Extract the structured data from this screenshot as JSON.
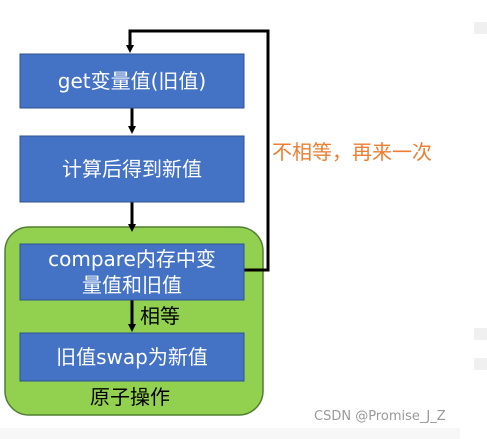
{
  "nodes": {
    "get": "get变量值(旧值)",
    "compute": "计算后得到新值",
    "compare_line1": "compare内存中变",
    "compare_line2": "量值和旧值",
    "swap": "旧值swap为新值"
  },
  "group_label": "原子操作",
  "edges": {
    "equal": "相等",
    "not_equal": "不相等，再来一次"
  },
  "watermark": "CSDN @Promise_J_Z",
  "colors": {
    "box_fill": "#4472c4",
    "group_fill": "#92d050",
    "not_equal_text": "#ed7d31"
  }
}
